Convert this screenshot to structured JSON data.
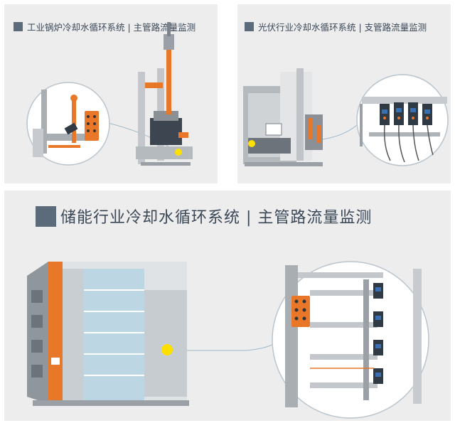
{
  "panels": [
    {
      "title": "工业锅炉冷却水循环系统 | 主管路流量监测"
    },
    {
      "title": "光伏行业冷却水循环系统 | 支管路流量监测"
    },
    {
      "title": "储能行业冷却水循环系统 | 主管路流量监测"
    }
  ],
  "colors": {
    "accent_orange": "#e8772a",
    "panel_bg": "#ededee",
    "title_square": "#5c6b7a",
    "title_text": "#3a4756",
    "highlight_yellow": "#fde000",
    "machine_gray": "#9aa0a6",
    "sensor_blue": "#3a6fb0"
  }
}
